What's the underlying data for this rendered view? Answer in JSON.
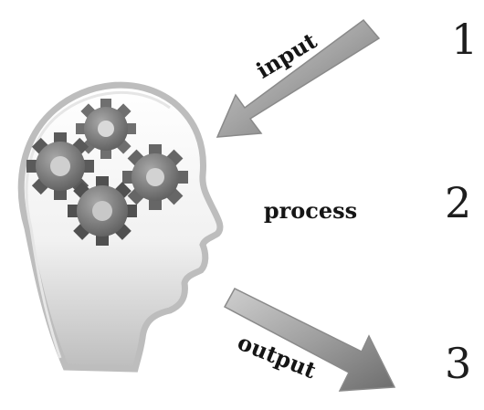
{
  "diagram": {
    "input_label": "input",
    "process_label": "process",
    "output_label": "output",
    "numbers": [
      "1",
      "2",
      "3"
    ]
  },
  "colors": {
    "background": "#ffffff",
    "gear": "#7a7a7a",
    "gear_dark": "#4f4f4f",
    "head_outline": "#c9c9c9",
    "arrow": "#9c9c9c",
    "text": "#1d1d1d"
  },
  "icons": [
    "head-silhouette-icon",
    "gear-icon",
    "input-arrow-icon",
    "output-arrow-icon"
  ]
}
